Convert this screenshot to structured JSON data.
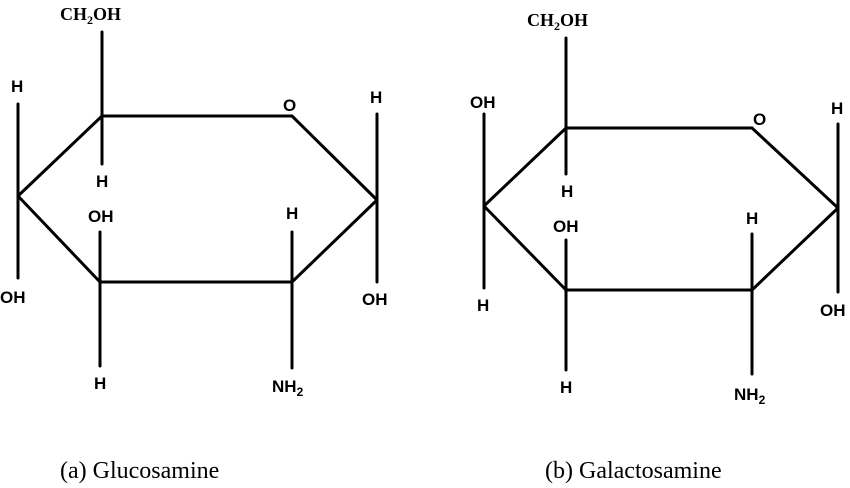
{
  "structures": [
    {
      "caption": "(a) Glucosamine",
      "labels": {
        "ch2oh_main": "CH",
        "ch2oh_sub": "2",
        "ch2oh_tail": "OH",
        "ring_o": "O",
        "c1_h": "H",
        "c1_oh": "OH",
        "c2_h": "H",
        "c2_nh_main": "NH",
        "c2_nh_sub": "2",
        "c3_oh": "OH",
        "c3_h": "H",
        "c4_h": "H",
        "c4_oh": "OH",
        "c5_h": "H"
      }
    },
    {
      "caption": "(b) Galactosamine",
      "labels": {
        "ch2oh_main": "CH",
        "ch2oh_sub": "2",
        "ch2oh_tail": "OH",
        "ring_o": "O",
        "c1_h": "H",
        "c1_oh": "OH",
        "c2_h": "H",
        "c2_nh_main": "NH",
        "c2_nh_sub": "2",
        "c3_oh": "OH",
        "c3_h": "H",
        "c4_oh": "OH",
        "c4_h": "H",
        "c5_h": "H"
      }
    }
  ]
}
